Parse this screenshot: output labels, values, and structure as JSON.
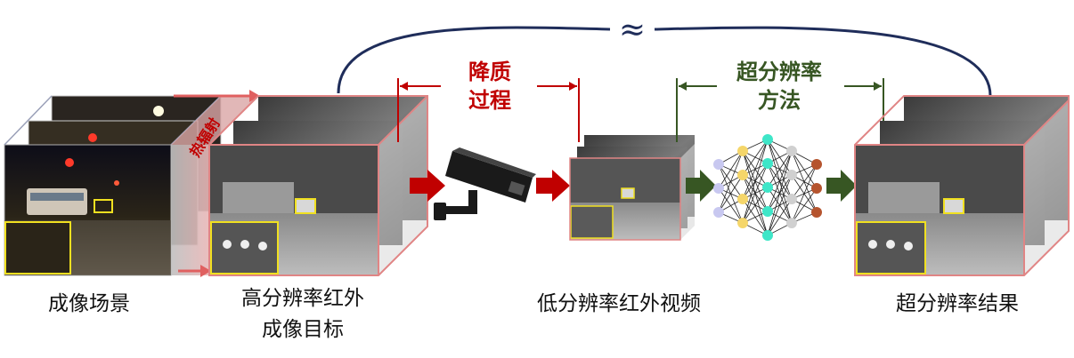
{
  "labels": {
    "scene": "成像场景",
    "hr_target_line1": "高分辨率红外",
    "hr_target_line2": "成像目标",
    "lr_video": "低分辨率红外视频",
    "sr_result": "超分辨率结果",
    "degradation_line1": "降质",
    "degradation_line2": "过程",
    "sr_method_line1": "超分辨率",
    "sr_method_line2": "方法",
    "thermal_radiation": "热辐射",
    "approx_symbol": "≈"
  },
  "colors": {
    "degradation": "#c00000",
    "method": "#375623",
    "arc": "#1f2d5a",
    "frame": "#e08585",
    "highlight_box": "#f0e020",
    "nn_input": "#c8c8f0",
    "nn_hidden1": "#f5d66a",
    "nn_hidden2": "#3ee6c8",
    "nn_hidden3": "#d0d0d0",
    "nn_output": "#b5542e"
  },
  "icons": [
    "camera-icon",
    "neural-network-icon"
  ]
}
